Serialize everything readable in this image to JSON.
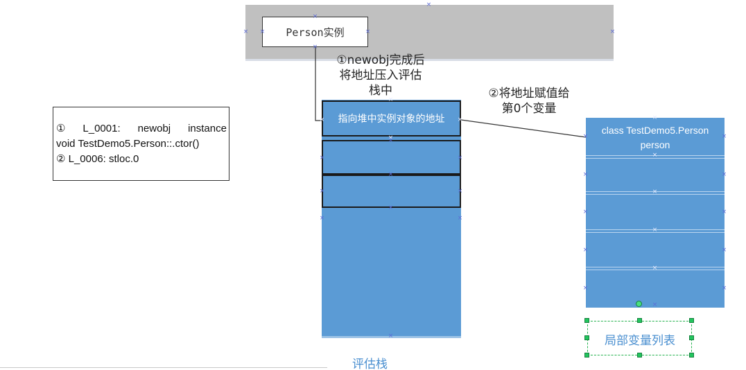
{
  "heap": {
    "object_label": "Person实例"
  },
  "code": {
    "line1_num": "①",
    "line1_parts": [
      "L_0001:",
      "newobj",
      "instance"
    ],
    "line2": "void TestDemo5.Person::.ctor()",
    "line3": "② L_0006: stloc.0"
  },
  "eval_stack": {
    "top_slot": "指向堆中实例对象的地址",
    "label": "评估栈"
  },
  "local_vars": {
    "slot0_line1": "class TestDemo5.Person",
    "slot0_line2": "person",
    "label": "局部变量列表"
  },
  "annotations": {
    "step1_lines": [
      "①newobj完成后",
      "将地址压入评估",
      "栈中"
    ],
    "step2_lines": [
      "②将地址赋值给",
      "第0个变量"
    ]
  },
  "colors": {
    "stack_fill": "#5b9bd5",
    "heap_fill": "#c0c0c0",
    "label_blue": "#4a8fd0",
    "selection_green": "#22b14c"
  }
}
